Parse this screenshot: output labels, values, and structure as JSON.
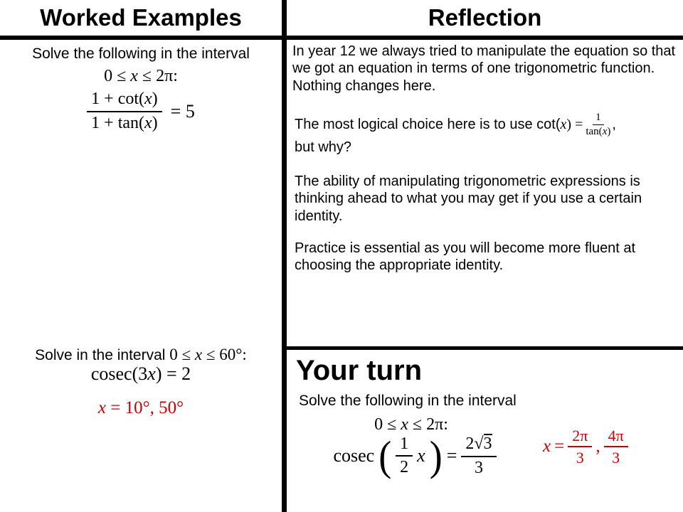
{
  "colors": {
    "text": "#000000",
    "answer_red": "#cc0000",
    "line": "#000000"
  },
  "header": {
    "left_title": "Worked Examples",
    "right_title": "Reflection"
  },
  "worked": {
    "p1": {
      "prompt": "Solve the following in the interval",
      "interval": {
        "a": "0 ≤ ",
        "x": "x",
        "b": " ≤ 2π:"
      },
      "fraction": {
        "num_a": "1 + cot(",
        "num_x": "x",
        "num_b": ")",
        "den_a": "1 + tan(",
        "den_x": "x",
        "den_b": ")"
      },
      "rhs": "= 5"
    },
    "p2": {
      "prompt": "Solve in the interval ",
      "interval": {
        "a": "0 ≤ ",
        "x": "x",
        "b": " ≤ 60°:"
      },
      "equation": {
        "a": "cosec(3",
        "x": "x",
        "b": ") = 2"
      },
      "answer": {
        "x": "x",
        "rest": " = 10°, 50°"
      }
    }
  },
  "reflection": {
    "p1": "In year 12 we always tried to manipulate the equation so that we got an equation in terms of one trigonometric function. Nothing changes here.",
    "p2": {
      "lead": "The most logical choice here is to use cot(",
      "x1": "x",
      "mid": ") = ",
      "frac": {
        "num": "1",
        "den_a": "tan(",
        "den_x": "x",
        "den_b": ")"
      },
      "tail": " ,",
      "line2": "but why?"
    },
    "p3": "The ability of manipulating trigonometric expressions is thinking ahead to what you may get if you use a certain identity.",
    "p4": "Practice is essential as you will become more fluent at choosing the appropriate identity."
  },
  "your_turn": {
    "title": "Your turn",
    "prompt": "Solve the following in the interval",
    "interval": {
      "a": "0 ≤ ",
      "x": "x",
      "b": " ≤ 2π:"
    },
    "equation": {
      "func": "cosec",
      "lparen": "(",
      "inner_frac": {
        "num": "1",
        "den": "2"
      },
      "var": "x",
      "rparen": ")",
      "equals": "=",
      "rhs_frac": {
        "num_coef": "2",
        "radical": "√",
        "radicand": "3",
        "den": "3"
      }
    },
    "answer": {
      "x": "x",
      "equals": " = ",
      "frac1": {
        "num": "2π",
        "den": "3"
      },
      "comma": ",",
      "frac2": {
        "num": "4π",
        "den": "3"
      }
    }
  }
}
